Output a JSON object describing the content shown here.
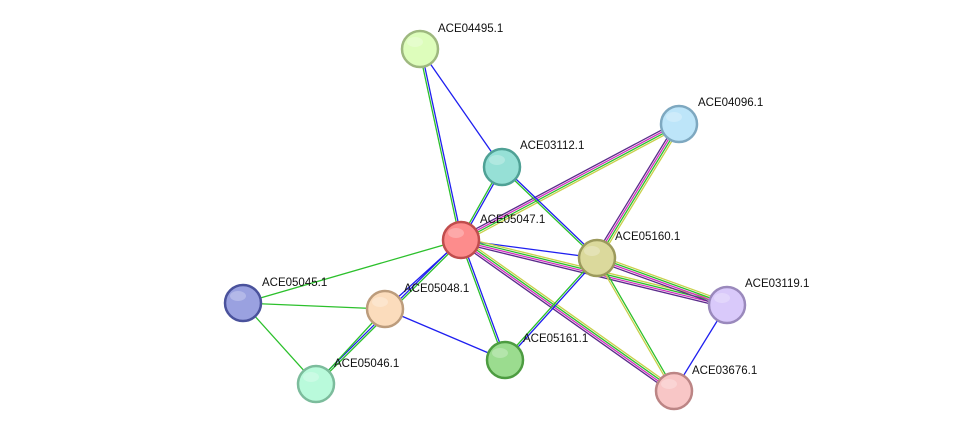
{
  "nodes": [
    {
      "id": "n1",
      "label": "ACE04495.1",
      "fill": "#ddfdbb",
      "stroke": "#9eb87f"
    },
    {
      "id": "n2",
      "label": "ACE04096.1",
      "fill": "#bde5f9",
      "stroke": "#7ea8c0"
    },
    {
      "id": "n3",
      "label": "ACE03112.1",
      "fill": "#96e0d6",
      "stroke": "#4fa195"
    },
    {
      "id": "n4",
      "label": "ACE05047.1",
      "fill": "#fd8c8c",
      "stroke": "#c04d4d"
    },
    {
      "id": "n5",
      "label": "ACE05160.1",
      "fill": "#dbd99c",
      "stroke": "#9c9a5c"
    },
    {
      "id": "n6",
      "label": "ACE05045.1",
      "fill": "#9aa1e0",
      "stroke": "#4a529c"
    },
    {
      "id": "n7",
      "label": "ACE05048.1",
      "fill": "#fbdcbc",
      "stroke": "#bc9c7c"
    },
    {
      "id": "n8",
      "label": "ACE03119.1",
      "fill": "#d9c9fa",
      "stroke": "#9a89bc"
    },
    {
      "id": "n9",
      "label": "ACE05161.1",
      "fill": "#9bdc8f",
      "stroke": "#4d9c41"
    },
    {
      "id": "n10",
      "label": "ACE05046.1",
      "fill": "#b9fadb",
      "stroke": "#7cbc9c"
    },
    {
      "id": "n11",
      "label": "ACE03676.1",
      "fill": "#f8c6c6",
      "stroke": "#bc8585"
    }
  ],
  "edges": [
    {
      "source": "n1",
      "target": "n4",
      "evidence": [
        "blue",
        "green"
      ]
    },
    {
      "source": "n1",
      "target": "n3",
      "evidence": [
        "blue"
      ]
    },
    {
      "source": "n2",
      "target": "n4",
      "evidence": [
        "yellow",
        "green",
        "magenta",
        "purple"
      ]
    },
    {
      "source": "n2",
      "target": "n5",
      "evidence": [
        "yellow",
        "green",
        "magenta",
        "purple"
      ]
    },
    {
      "source": "n3",
      "target": "n4",
      "evidence": [
        "blue",
        "green"
      ]
    },
    {
      "source": "n3",
      "target": "n5",
      "evidence": [
        "blue",
        "green"
      ]
    },
    {
      "source": "n4",
      "target": "n5",
      "evidence": [
        "blue"
      ]
    },
    {
      "source": "n4",
      "target": "n8",
      "evidence": [
        "yellow",
        "green",
        "magenta",
        "purple"
      ]
    },
    {
      "source": "n4",
      "target": "n11",
      "evidence": [
        "yellow",
        "green",
        "magenta",
        "purple"
      ]
    },
    {
      "source": "n4",
      "target": "n9",
      "evidence": [
        "blue",
        "green"
      ]
    },
    {
      "source": "n4",
      "target": "n7",
      "evidence": [
        "blue"
      ]
    },
    {
      "source": "n4",
      "target": "n6",
      "evidence": [
        "green"
      ]
    },
    {
      "source": "n4",
      "target": "n10",
      "evidence": [
        "green",
        "blue"
      ]
    },
    {
      "source": "n5",
      "target": "n8",
      "evidence": [
        "yellow",
        "green",
        "magenta",
        "purple"
      ]
    },
    {
      "source": "n5",
      "target": "n11",
      "evidence": [
        "green",
        "yellow"
      ]
    },
    {
      "source": "n5",
      "target": "n9",
      "evidence": [
        "blue",
        "green"
      ]
    },
    {
      "source": "n6",
      "target": "n7",
      "evidence": [
        "green"
      ]
    },
    {
      "source": "n6",
      "target": "n10",
      "evidence": [
        "green"
      ]
    },
    {
      "source": "n7",
      "target": "n10",
      "evidence": [
        "green"
      ]
    },
    {
      "source": "n7",
      "target": "n9",
      "evidence": [
        "blue"
      ]
    },
    {
      "source": "n8",
      "target": "n11",
      "evidence": [
        "blue"
      ]
    }
  ],
  "edge_colors": {
    "blue": "#1f1ff0",
    "green": "#2cc02c",
    "yellow": "#c8d04a",
    "magenta": "#d030c0",
    "purple": "#5a2a8a"
  }
}
